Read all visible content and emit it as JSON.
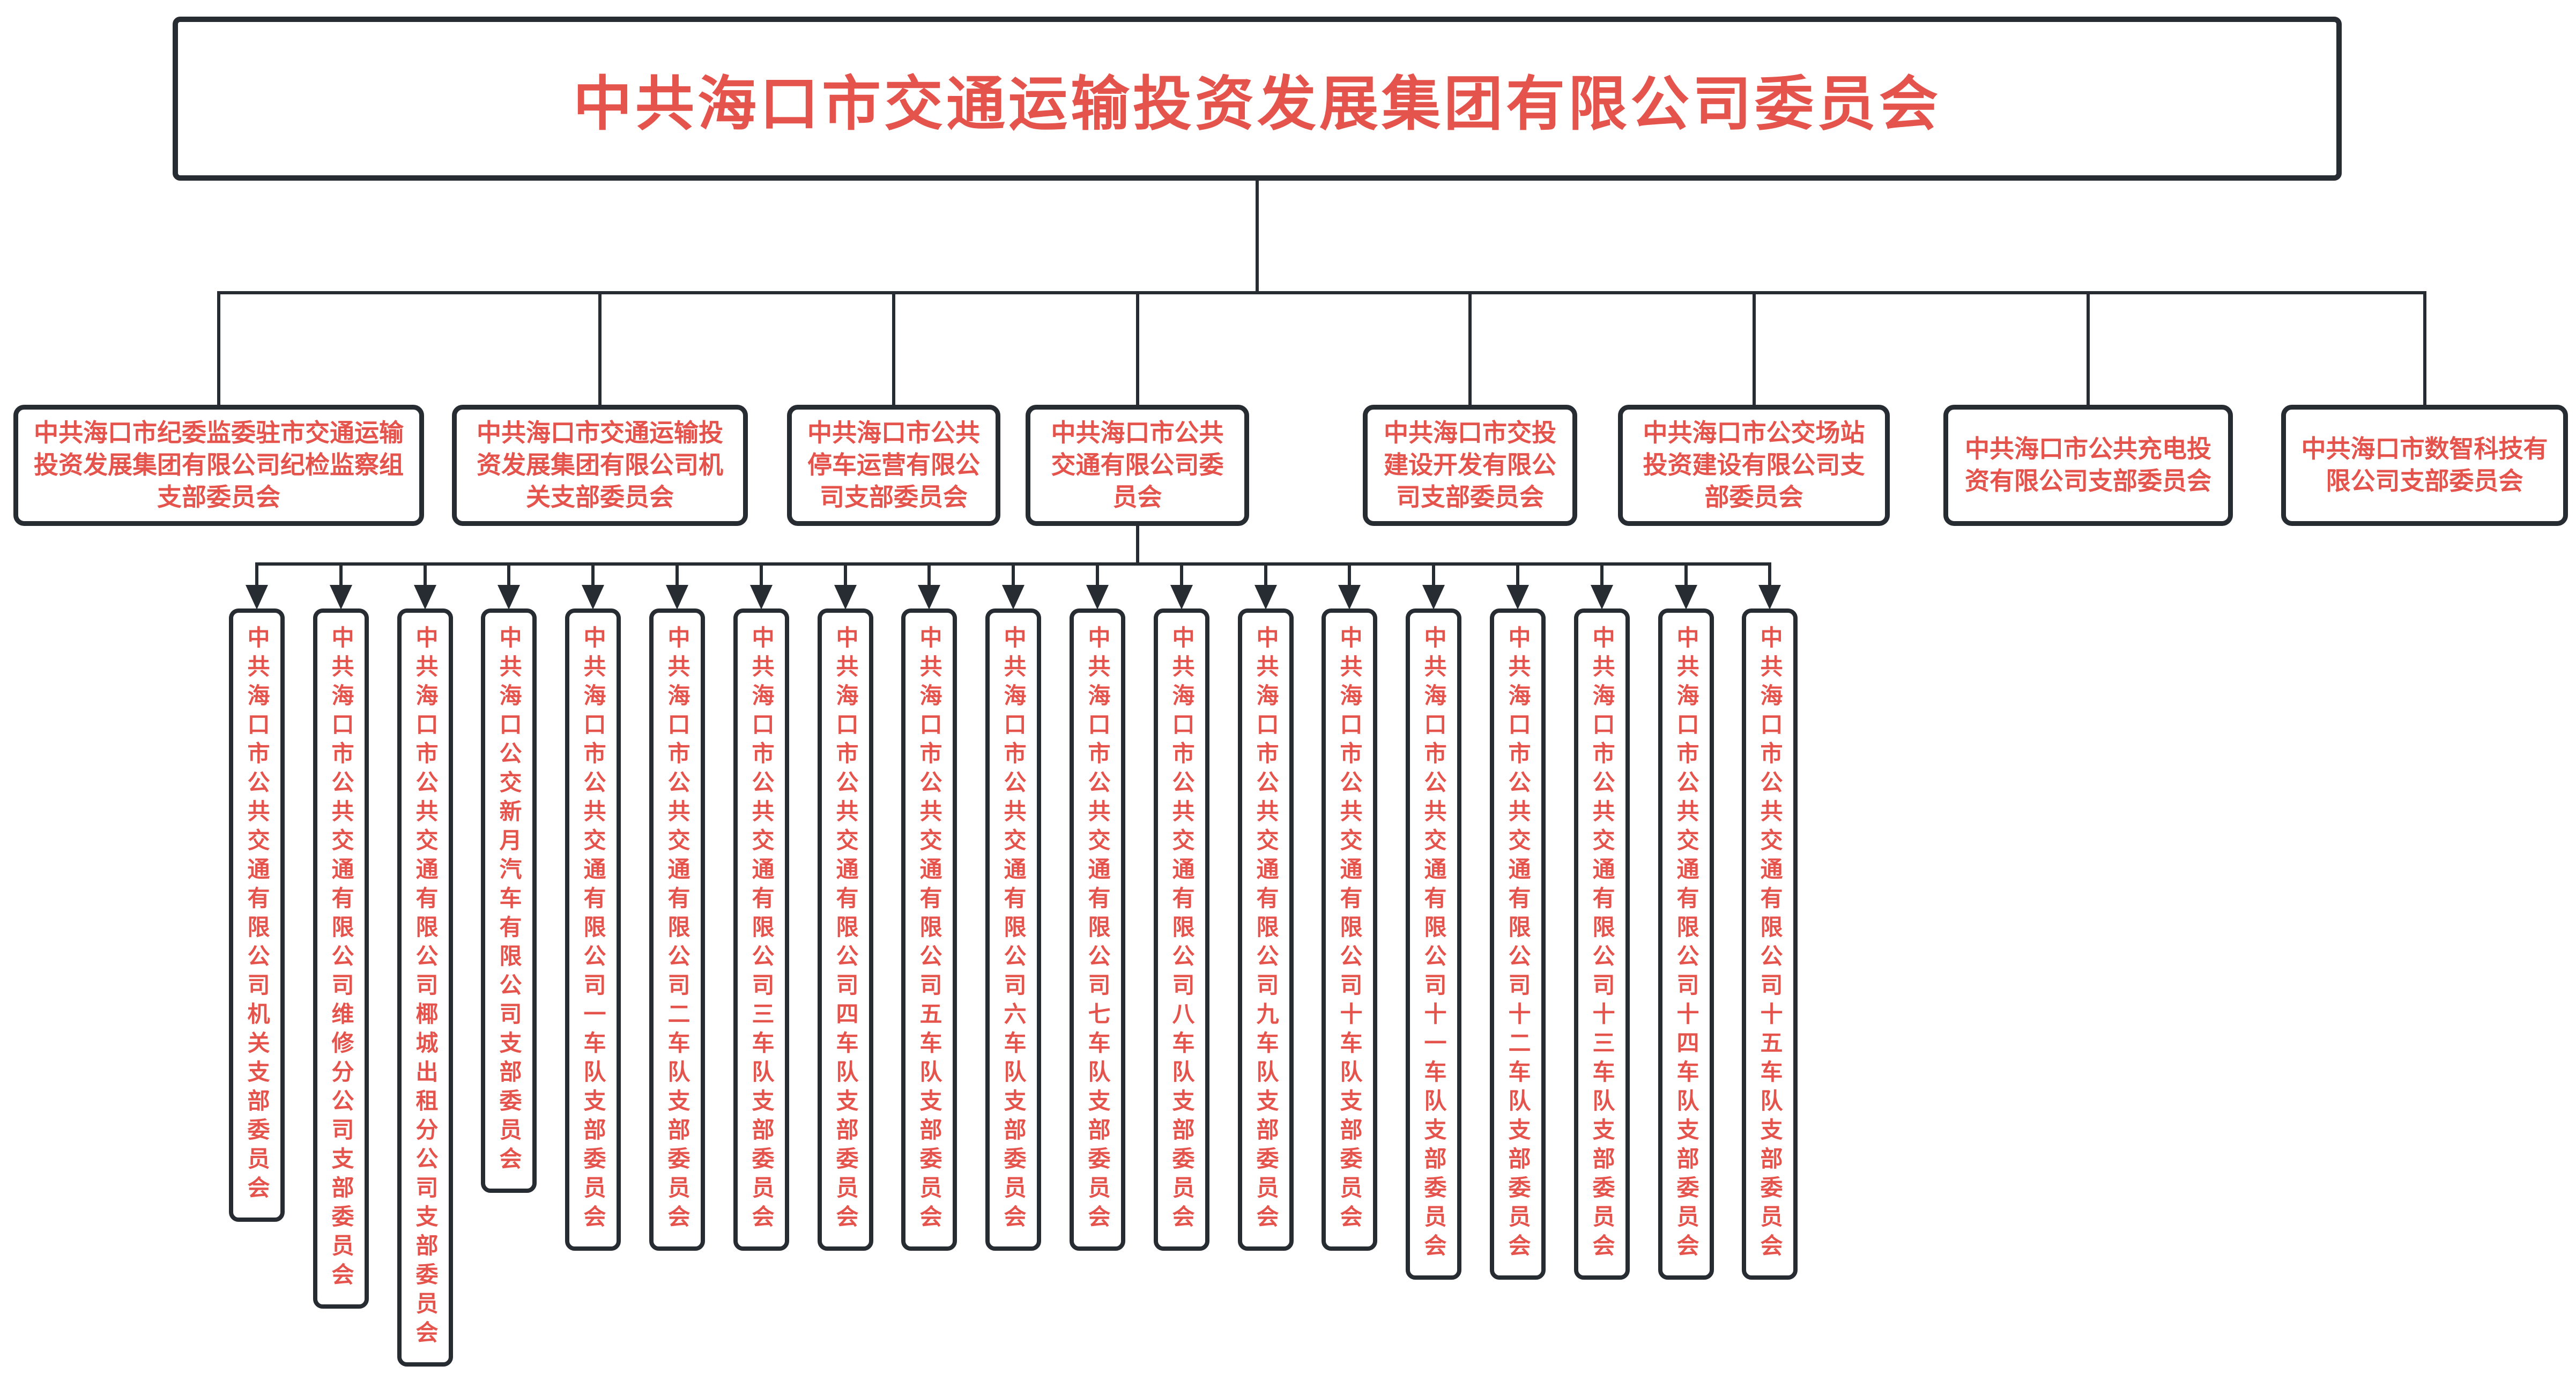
{
  "colors": {
    "accent_text": "#e4544c",
    "line": "#272c33",
    "background": "#ffffff"
  },
  "root": {
    "title": "中共海口市交通运输投资发展集团有限公司委员会"
  },
  "level2": [
    {
      "label": "中共海口市纪委监委驻市交通运输投资发展集团有限公司纪检监察组支部委员会"
    },
    {
      "label": "中共海口市交通运输投资发展集团有限公司机关支部委员会"
    },
    {
      "label": "中共海口市公共停车运营有限公司支部委员会"
    },
    {
      "label": "中共海口市公共交通有限公司委员会"
    },
    {
      "label": "中共海口市交投建设开发有限公司支部委员会"
    },
    {
      "label": "中共海口市公交场站投资建设有限公司支部委员会"
    },
    {
      "label": "中共海口市公共充电投资有限公司支部委员会"
    },
    {
      "label": "中共海口市数智科技有限公司支部委员会"
    }
  ],
  "level3": {
    "parent": "中共海口市公共交通有限公司委员会",
    "items": [
      "中共海口市公共交通有限公司机关支部委员会",
      "中共海口市公共交通有限公司维修分公司支部委员会",
      "中共海口市公共交通有限公司椰城出租分公司支部委员会",
      "中共海口公交新月汽车有限公司支部委员会",
      "中共海口市公共交通有限公司一车队支部委员会",
      "中共海口市公共交通有限公司二车队支部委员会",
      "中共海口市公共交通有限公司三车队支部委员会",
      "中共海口市公共交通有限公司四车队支部委员会",
      "中共海口市公共交通有限公司五车队支部委员会",
      "中共海口市公共交通有限公司六车队支部委员会",
      "中共海口市公共交通有限公司七车队支部委员会",
      "中共海口市公共交通有限公司八车队支部委员会",
      "中共海口市公共交通有限公司九车队支部委员会",
      "中共海口市公共交通有限公司十车队支部委员会",
      "中共海口市公共交通有限公司十一车队支部委员会",
      "中共海口市公共交通有限公司十二车队支部委员会",
      "中共海口市公共交通有限公司十三车队支部委员会",
      "中共海口市公共交通有限公司十四车队支部委员会",
      "中共海口市公共交通有限公司十五车队支部委员会"
    ]
  }
}
